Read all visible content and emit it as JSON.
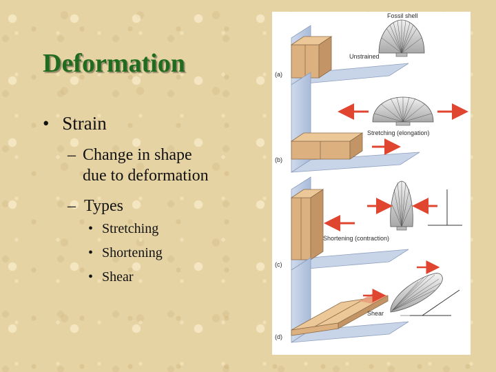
{
  "slide": {
    "title": "Deformation",
    "bullets": [
      {
        "marker": "•",
        "text": "Strain"
      },
      {
        "marker": "–",
        "text": "Change in shape due to deformation",
        "line1": "Change in shape",
        "line2": "due to deformation"
      },
      {
        "marker": "–",
        "text": "Types"
      },
      {
        "marker": "•",
        "text": "Stretching"
      },
      {
        "marker": "•",
        "text": "Shortening"
      },
      {
        "marker": "•",
        "text": "Shear"
      }
    ]
  },
  "figure": {
    "labels": {
      "fossil_shell": "Fossil shell",
      "unstrained": "Unstrained",
      "stretching": "Stretching (elongation)",
      "shortening": "Shortening (contraction)",
      "shear": "Shear"
    },
    "panels": [
      "(a)",
      "(b)",
      "(c)",
      "(d)"
    ],
    "colors": {
      "wall": "#bccbe3",
      "wall_edge": "#8d9fbe",
      "block": "#ddb17f",
      "block_side": "#c39566",
      "block_edge": "#8a6b47",
      "arrow": "#e0462f",
      "shell": "#d8d8d8"
    }
  }
}
